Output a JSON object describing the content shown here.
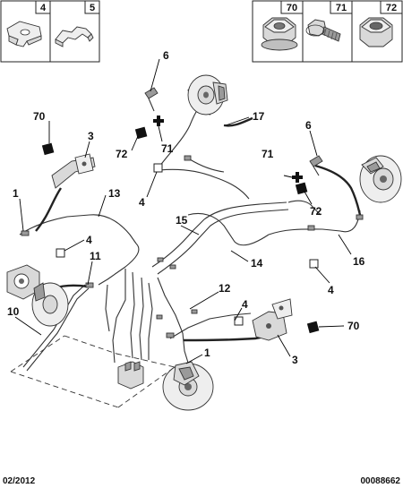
{
  "header_parts": [
    {
      "ref": "4"
    },
    {
      "ref": "5"
    },
    {
      "ref": "70"
    },
    {
      "ref": "71"
    },
    {
      "ref": "72"
    }
  ],
  "callouts": {
    "c6a": "6",
    "c17": "17",
    "c70a": "70",
    "c3a": "3",
    "c72a": "72",
    "c71a": "71",
    "c4a": "4",
    "c1a": "1",
    "c13": "13",
    "c4b": "4",
    "c11": "11",
    "c15": "15",
    "c14": "14",
    "c6b": "6",
    "c71b": "71",
    "c72b": "72",
    "c16": "16",
    "c4c": "4",
    "c12": "12",
    "c4d": "4",
    "c10": "10",
    "c70b": "70",
    "c3b": "3",
    "c1b": "1"
  },
  "footer": {
    "date": "02/2012",
    "code": "00088662"
  }
}
